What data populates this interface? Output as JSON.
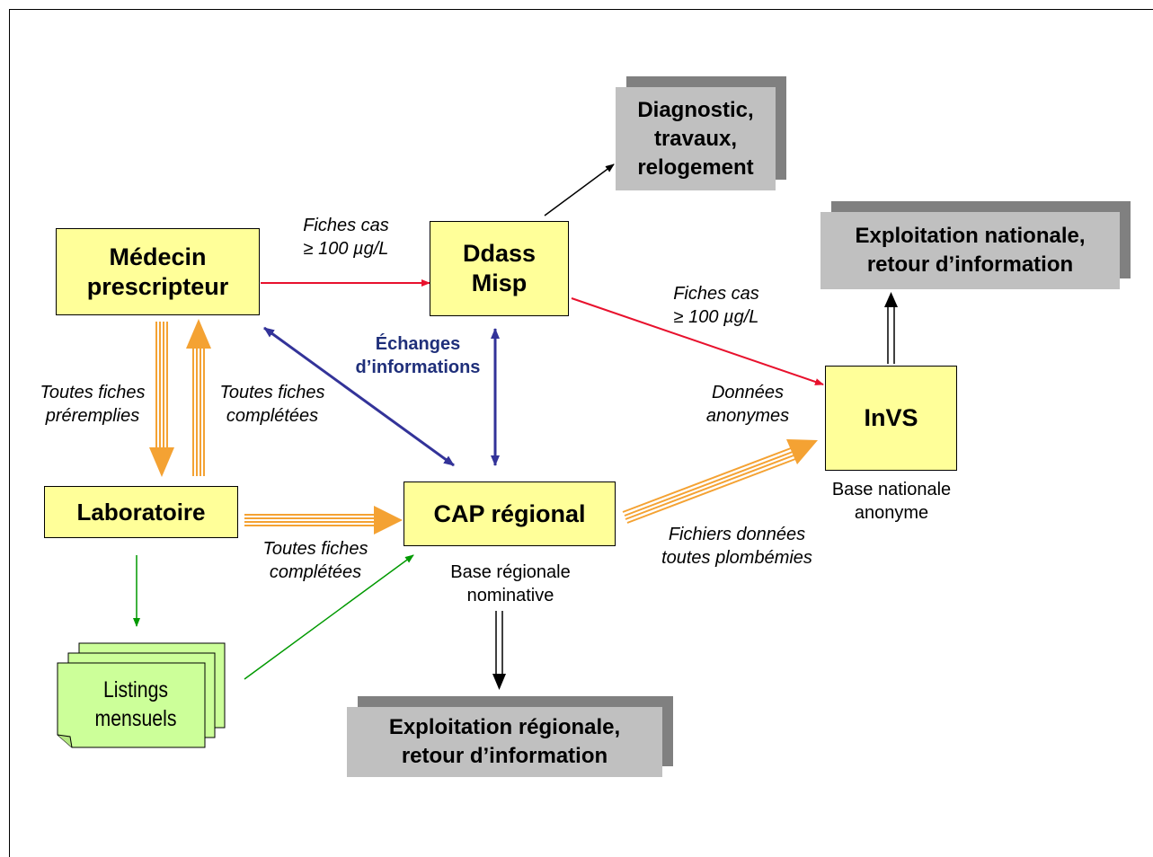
{
  "nodes": {
    "medecin": "Médecin\nprescripteur",
    "ddass": "Ddass\nMisp",
    "diagnostic": "Diagnostic,\ntravaux,\nrelogement",
    "exploitation_nationale": "Exploitation nationale,\nretour d’information",
    "invs": "InVS",
    "laboratoire": "Laboratoire",
    "cap": "CAP régional",
    "listings": "Listings\nmensuels",
    "exploitation_regionale": "Exploitation régionale,\nretour d’information"
  },
  "labels": {
    "fiches_cas_1": "Fiches cas\n≥ 100 µg/L",
    "fiches_cas_2": "Fiches cas\n≥ 100 µg/L",
    "echanges": "Échanges\nd’informations",
    "toutes_preremplies": "Toutes fiches\npréremplies",
    "toutes_completees_1": "Toutes fiches\ncomplétées",
    "toutes_completees_2": "Toutes fiches\ncomplétées",
    "donnees_anonymes": "Données\nanonymes",
    "base_nationale": "Base nationale\nanonyme",
    "base_regionale": "Base régionale\nnominative",
    "fichiers_donnees": "Fichiers données\ntoutes plombémies"
  },
  "colors": {
    "box_yellow": "#ffff99",
    "box_grey": "#c0c0c0",
    "shadow_grey": "#808080",
    "listing_green": "#ccff99",
    "arrow_red": "#e8112d",
    "arrow_blue": "#333399",
    "arrow_orange": "#f4a233",
    "arrow_green": "#009900",
    "label_blue": "#1f2f7a"
  }
}
